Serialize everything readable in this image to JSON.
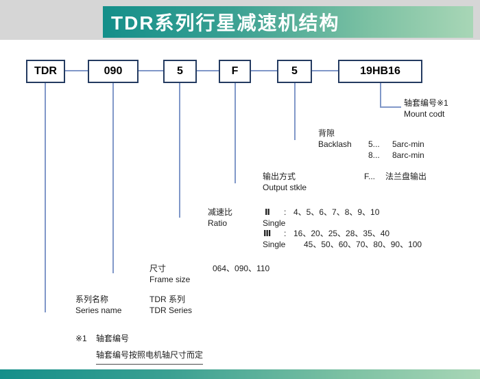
{
  "header": {
    "title": "TDR系列行星减速机结构"
  },
  "code": {
    "segments": [
      "TDR",
      "090",
      "5",
      "F",
      "5",
      "19HB16"
    ]
  },
  "mount": {
    "zh": "轴套编号※1",
    "en": "Mount codt"
  },
  "backlash": {
    "zh": "背隙",
    "en": "Backlash",
    "opt1_code": "5...",
    "opt1_value": "5arc-min",
    "opt2_code": "8...",
    "opt2_value": "8arc-min"
  },
  "output": {
    "zh": "输出方式",
    "en": "Output stkle",
    "opt_code": "F...",
    "opt_value": "法兰盘输出"
  },
  "ratio": {
    "zh": "减速比",
    "en": "Ratio",
    "stage2_numeral": "Ⅱ",
    "stage2_word": "Single",
    "stage2_colon": ":",
    "stage2_values": "4、5、6、7、8、9、10",
    "stage3_numeral": "Ⅲ",
    "stage3_word": "Single",
    "stage3_colon": ":",
    "stage3_values": "16、20、25、28、35、40",
    "stage3_values_cont": "45、50、60、70、80、90、100"
  },
  "frame": {
    "zh": "尺寸",
    "en": "Frame size",
    "values": "064、090、110"
  },
  "series": {
    "zh": "系列名称",
    "en": "Series name",
    "value_zh": "TDR 系列",
    "value_en": "TDR Series"
  },
  "footnote": {
    "mark": "※1",
    "title": "轴套编号",
    "desc": "轴套编号按照电机轴尺寸而定"
  }
}
